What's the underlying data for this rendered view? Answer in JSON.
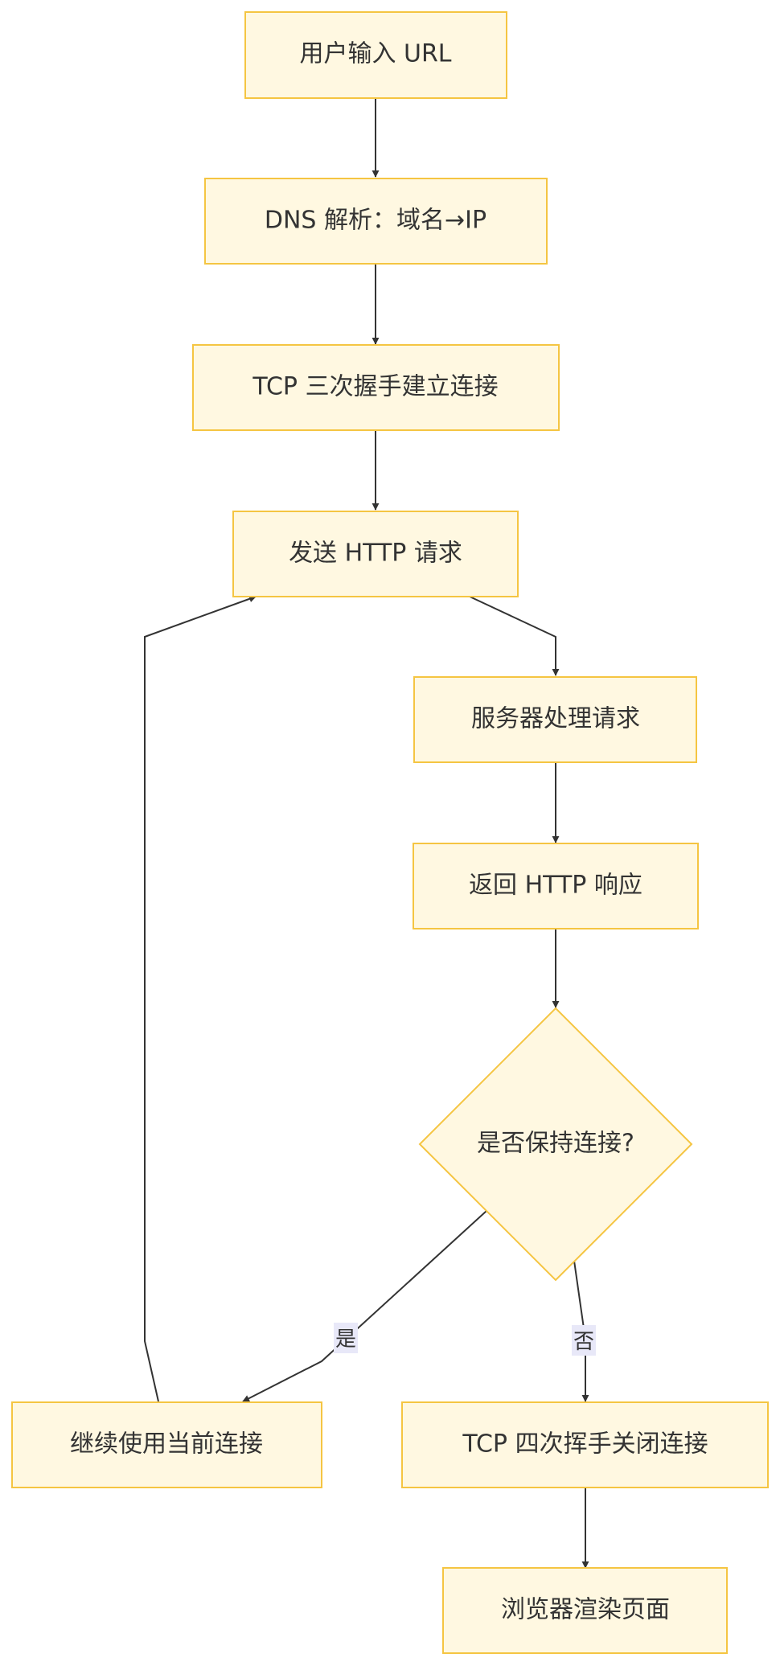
{
  "nodes": {
    "n1": "用户输入 URL",
    "n2": "DNS 解析：域名→IP",
    "n3": "TCP 三次握手建立连接",
    "n4": "发送 HTTP 请求",
    "n5": "服务器处理请求",
    "n6": "返回 HTTP 响应",
    "n7": "是否保持连接?",
    "n8": "继续使用当前连接",
    "n9": "TCP 四次挥手关闭连接",
    "n10": "浏览器渲染页面"
  },
  "edge_labels": {
    "yes": "是",
    "no": "否"
  },
  "colors": {
    "node_fill": "#fff8e1",
    "node_stroke": "#f5c542",
    "edge": "#333333",
    "label_bg": "#e8e8f8"
  }
}
